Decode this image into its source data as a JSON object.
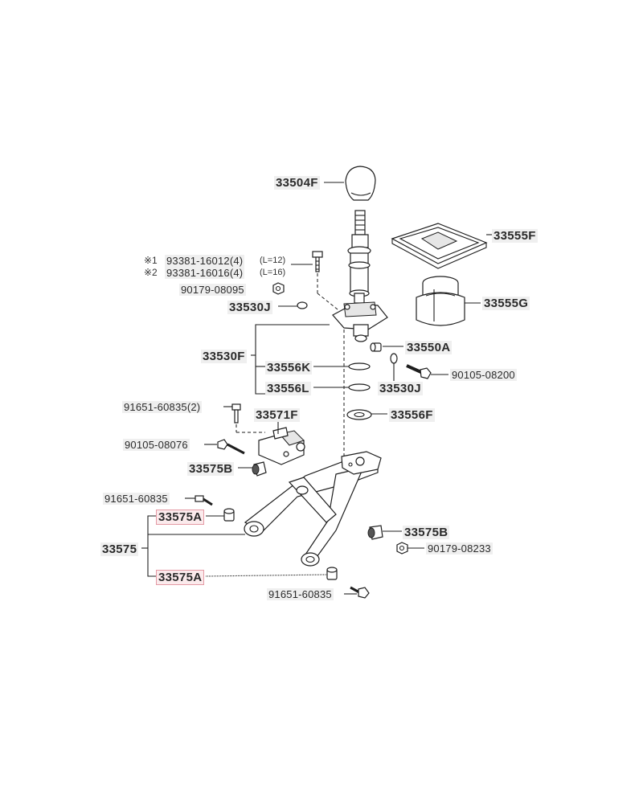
{
  "diagram": {
    "labels": {
      "knob": "33504F",
      "cover_plate": "33555F",
      "boot": "33555G",
      "bolt_note1_mark": "※1",
      "bolt_note1": "93381-16012(4)",
      "bolt_note1_len": "(L=12)",
      "bolt_note2_mark": "※2",
      "bolt_note2": "93381-16016(4)",
      "bolt_note2_len": "(L=16)",
      "nut_08095": "90179-08095",
      "ring_top": "33530J",
      "lever_retainer": "33530F",
      "bushing_550a": "33550A",
      "seal_k": "33556K",
      "seal_l": "33556L",
      "ring_lower": "33530J",
      "bolt_08200": "90105-08200",
      "washer_556f": "33556F",
      "bolt_60835_2": "91651-60835(2)",
      "bracket": "33571F",
      "bolt_08076": "90105-08076",
      "bushing_575b_left": "33575B",
      "bolt_60835_mid": "91651-60835",
      "bushing_575a_upper": "33575A",
      "link_assy": "33575",
      "bushing_575a_lower": "33575A",
      "bushing_575b_right": "33575B",
      "nut_08233": "90179-08233",
      "bolt_60835_bottom": "91651-60835"
    }
  }
}
